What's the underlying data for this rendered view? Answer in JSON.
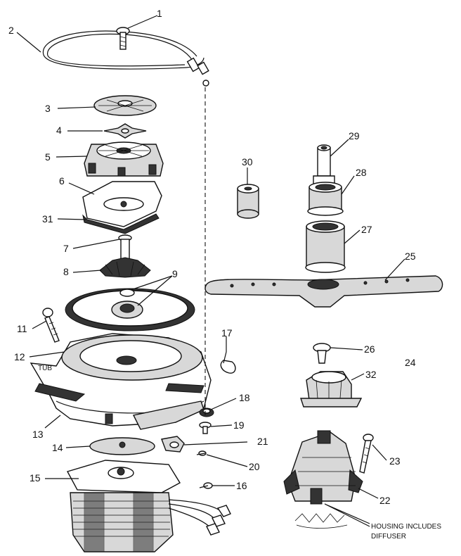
{
  "callouts": {
    "p1": "1",
    "p2": "2",
    "p3": "3",
    "p4": "4",
    "p5": "5",
    "p6": "6",
    "p7": "7",
    "p8": "8",
    "p9": "9",
    "p11": "11",
    "p12": "12",
    "p13": "13",
    "p14": "14",
    "p15": "15",
    "p16": "16",
    "p17": "17",
    "p18": "18",
    "p19": "19",
    "p20": "20",
    "p21": "21",
    "p22": "22",
    "p23": "23",
    "p24": "24",
    "p25": "25",
    "p26": "26",
    "p27": "27",
    "p28": "28",
    "p29": "29",
    "p30": "30",
    "p31": "31",
    "p32": "32"
  },
  "notes": {
    "tub": "TUB",
    "housing_line1": "HOUSING INCLUDES",
    "housing_line2": "DIFFUSER"
  }
}
